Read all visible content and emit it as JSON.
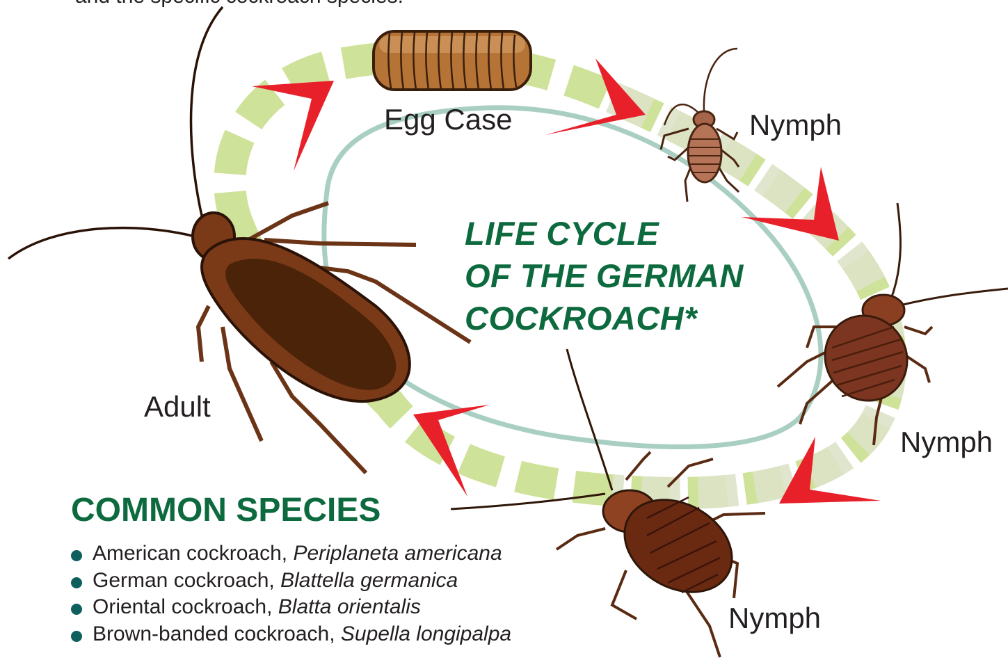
{
  "top_caption": "and the specific cockroach species.",
  "title": {
    "line1": "LIFE CYCLE",
    "line2": "OF THE GERMAN",
    "line3": "COCKROACH*"
  },
  "stages": {
    "egg_case": "Egg Case",
    "nymph_1": "Nymph",
    "nymph_2": "Nymph",
    "nymph_3": "Nymph",
    "adult": "Adult"
  },
  "species": {
    "heading": "COMMON SPECIES",
    "items": [
      {
        "common": "American cockroach, ",
        "scientific": "Periplaneta americana"
      },
      {
        "common": "German cockroach, ",
        "scientific": "Blattella germanica"
      },
      {
        "common": "Oriental cockroach, ",
        "scientific": "Blatta orientalis"
      },
      {
        "common": "Brown-banded cockroach, ",
        "scientific": "Supella longipalpa"
      }
    ]
  },
  "colors": {
    "title_green": "#0d6a3e",
    "arrow_red": "#e8202a",
    "ring_green_light": "#c3dc7a",
    "ring_green_pale": "#dfe5cc",
    "roach_brown": "#7a3e1c",
    "bullet_teal": "#0f5f5f"
  }
}
